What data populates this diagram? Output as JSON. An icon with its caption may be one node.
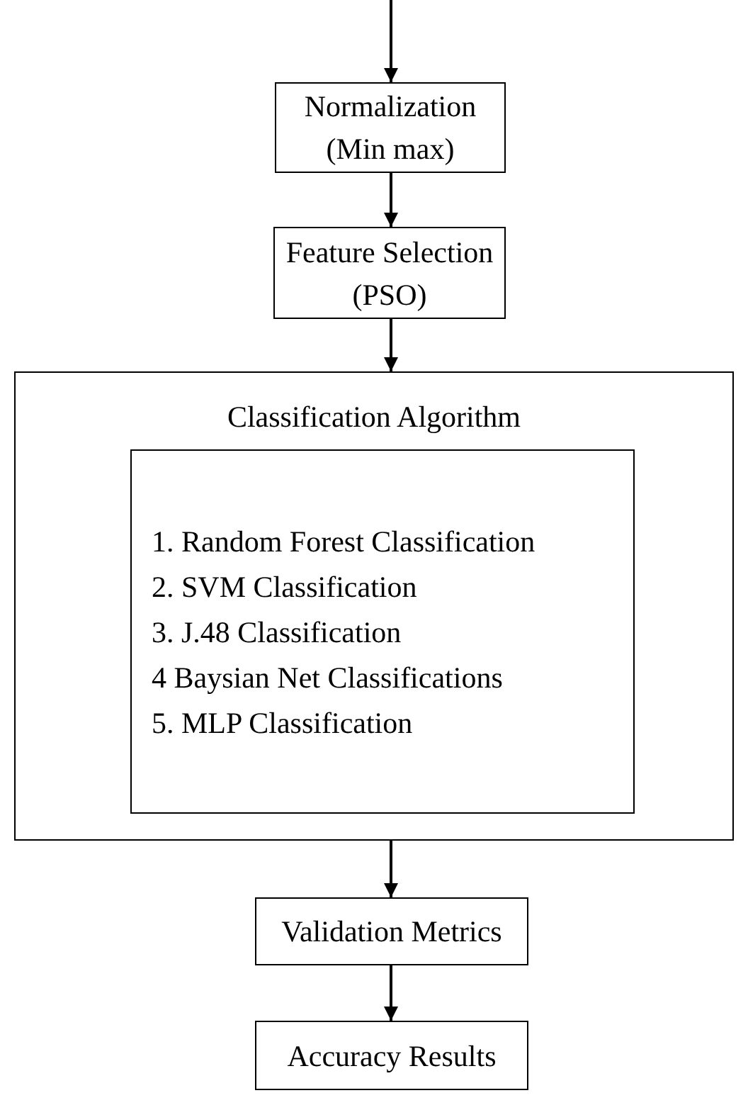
{
  "diagram": {
    "nodes": [
      {
        "text": [
          "Normalization",
          "(Min max)"
        ]
      },
      {
        "text": [
          "Feature Selection",
          "(PSO)"
        ]
      },
      {
        "text": [
          "Classification Algorithm"
        ]
      },
      {
        "text": [
          "1. Random Forest Classification",
          "2. SVM Classification",
          "3. J.48 Classification",
          "4 Baysian Net Classifications",
          "5. MLP Classification"
        ],
        "in": 2
      },
      {
        "text": [
          "Validation Metrics"
        ]
      },
      {
        "text": [
          "Accuracy Results"
        ]
      }
    ],
    "edges": [
      {
        "from": null,
        "to": 0,
        "arrow": "to"
      },
      {
        "from": 0,
        "to": 1,
        "arrow": "to"
      },
      {
        "from": 1,
        "to": 2,
        "arrow": "to"
      },
      {
        "from": 2,
        "to": 4,
        "arrow": "to"
      },
      {
        "from": 4,
        "to": 5,
        "arrow": "to"
      }
    ]
  }
}
